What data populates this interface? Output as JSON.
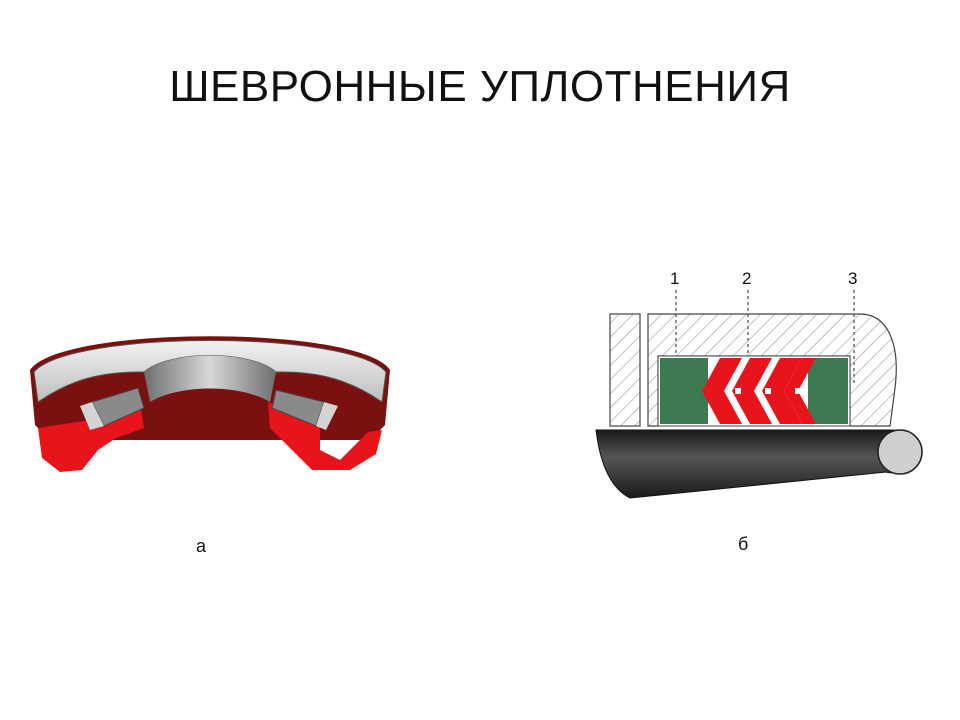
{
  "slide": {
    "title": "ШЕВРОННЫЕ УПЛОТНЕНИЯ"
  },
  "figures": {
    "a": {
      "caption": "а"
    },
    "b": {
      "caption": "б",
      "callouts": [
        "1",
        "2",
        "3"
      ]
    }
  },
  "colors": {
    "seal_red": "#e8141c",
    "ring_green": "#3d7a52",
    "shaft_dark": "#2a2a2a",
    "hatch_gray": "#9a9a9a"
  }
}
